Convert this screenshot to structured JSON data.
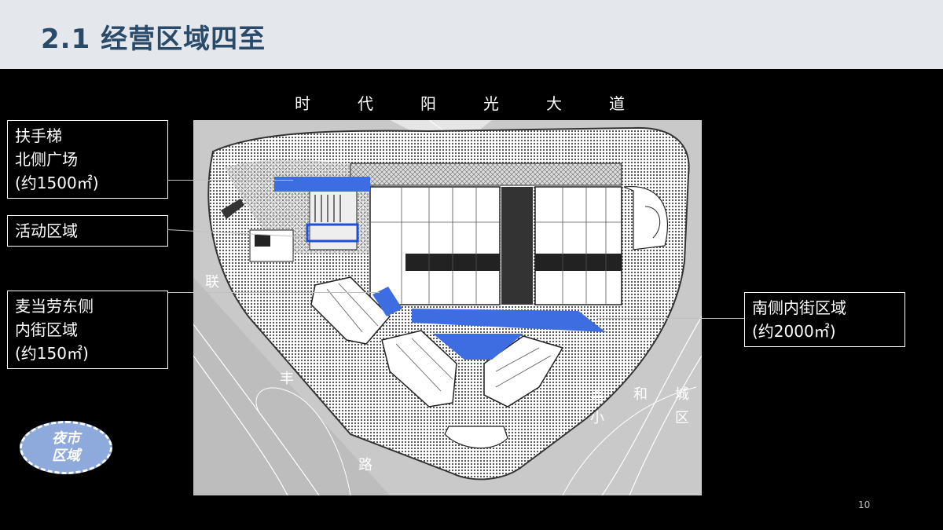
{
  "slide": {
    "title": "2.1 经营区域四至",
    "page_number": "10"
  },
  "roads": {
    "north_chars": [
      "时",
      "代",
      "阳",
      "光",
      "大",
      "道"
    ],
    "west_chars": [
      "联",
      "丰",
      "路"
    ],
    "southeast_line1": [
      "嘉",
      "和",
      "城"
    ],
    "southeast_line2": [
      "小",
      "区"
    ]
  },
  "callouts": {
    "escalator": [
      "扶手梯",
      "北侧广场",
      "(约1500㎡)"
    ],
    "activity": [
      "活动区域"
    ],
    "mcd": [
      "麦当劳东侧",
      "内街区域",
      "(约150㎡)"
    ],
    "south_street": [
      "南侧内街区域",
      "(约2000㎡)"
    ]
  },
  "night_market": {
    "line1": "夜市",
    "line2": "区域"
  },
  "colors": {
    "header_bg": "#e4e8ec",
    "title_text": "#2a4a6a",
    "highlight_blue": "#3d6de0",
    "badge_fill": "#8ea9db"
  }
}
